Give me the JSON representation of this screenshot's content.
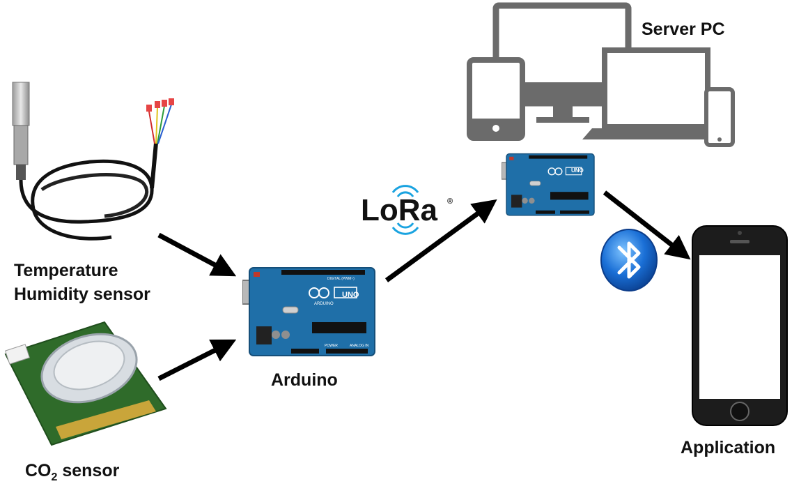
{
  "labels": {
    "server": "Server PC",
    "temp_line1": "Temperature",
    "temp_line2": "Humidity sensor",
    "arduino": "Arduino",
    "co2_main": "CO",
    "co2_sub": "2",
    "co2_rest": " sensor",
    "application": "Application"
  },
  "logo": {
    "lora_text": "LoRa",
    "lora_mark": "®"
  },
  "board": {
    "uno_text": "UNO",
    "brand_text": "ARDUINO",
    "digital_text": "DIGITAL (PWM~)",
    "power_text": "POWER",
    "analog_text": "ANALOG IN"
  },
  "colors": {
    "arduino_blue": "#1f6fa8",
    "bluetooth_blue": "#1a6fd6",
    "lora_blue": "#1aa3e0",
    "device_gray": "#6b6b6b",
    "pcb_green": "#2f6b2a",
    "arrow": "#000000"
  }
}
